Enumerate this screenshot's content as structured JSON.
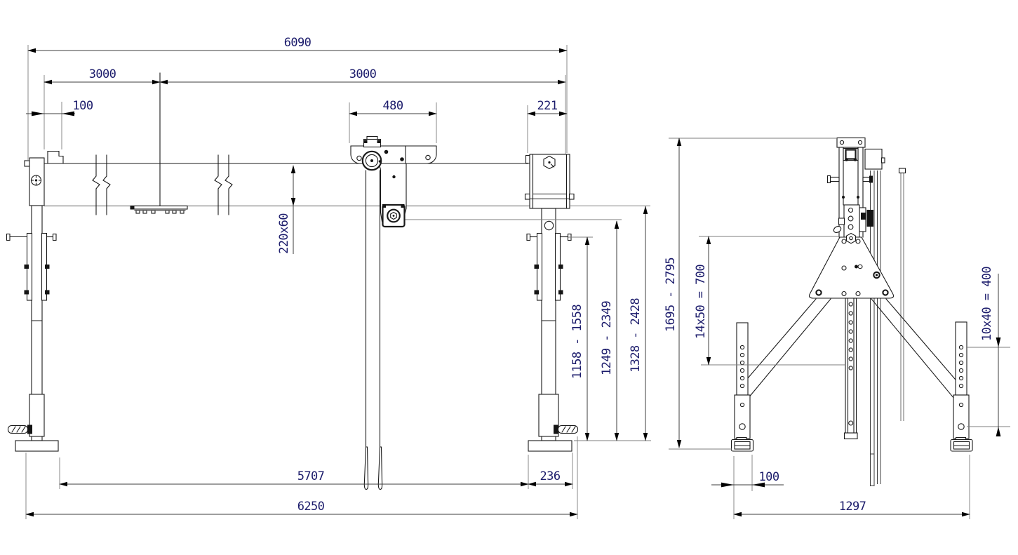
{
  "drawing_colors": {
    "geometry_line": "#1a1a1a",
    "auxiliary_line": "#7c7c7c",
    "dimension_text": "#1b1b6b",
    "background": "#ffffff"
  },
  "dimensions": {
    "front_view": {
      "overall_width": "6090",
      "span_left": "3000",
      "span_right": "3000",
      "column_offset": "100",
      "trolley_width": "480",
      "end_overhang": "221",
      "beam_section": "220x60",
      "height_range_inner": "1158 - 1558",
      "height_range_mid": "1249 - 2349",
      "height_range_outer": "1328 - 2428",
      "inner_base_span": "5707",
      "foot_plate_width": "236",
      "outer_base_span": "6250"
    },
    "side_view": {
      "overall_height_range": "1695 - 2795",
      "mast_hole_pattern": "14x50 = 700",
      "leg_hole_pattern": "10x40 = 400",
      "foot_width": "100",
      "base_depth": "1297"
    }
  }
}
